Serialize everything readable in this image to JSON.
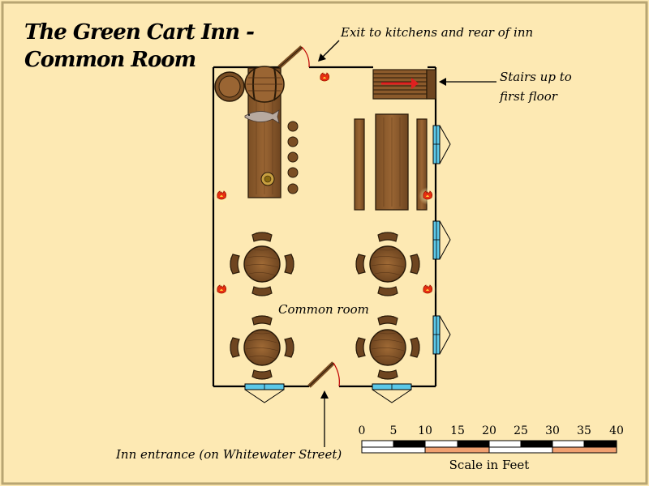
{
  "title": {
    "line1": "The Green Cart Inn -",
    "line2": "Common Room"
  },
  "labels": {
    "exit": "Exit to kitchens and rear of inn",
    "stairs_line1": "Stairs up to",
    "stairs_line2": "first floor",
    "common_room": "Common room",
    "entrance": "Inn entrance (on Whitewater Street)"
  },
  "scale": {
    "ticks": [
      "0",
      "5",
      "10",
      "15",
      "20",
      "25",
      "30",
      "35",
      "40"
    ],
    "label": "Scale in Feet"
  },
  "colors": {
    "parchment": "#fde9b3",
    "border": "#b8a572",
    "wall": "#000000",
    "wood": "#8b5a2b",
    "wood_dark": "#5a3a1a",
    "window": "#5bc8e8",
    "fire": "#e83010",
    "door_arc": "#c00000",
    "scale_alt": "#f0a070"
  }
}
